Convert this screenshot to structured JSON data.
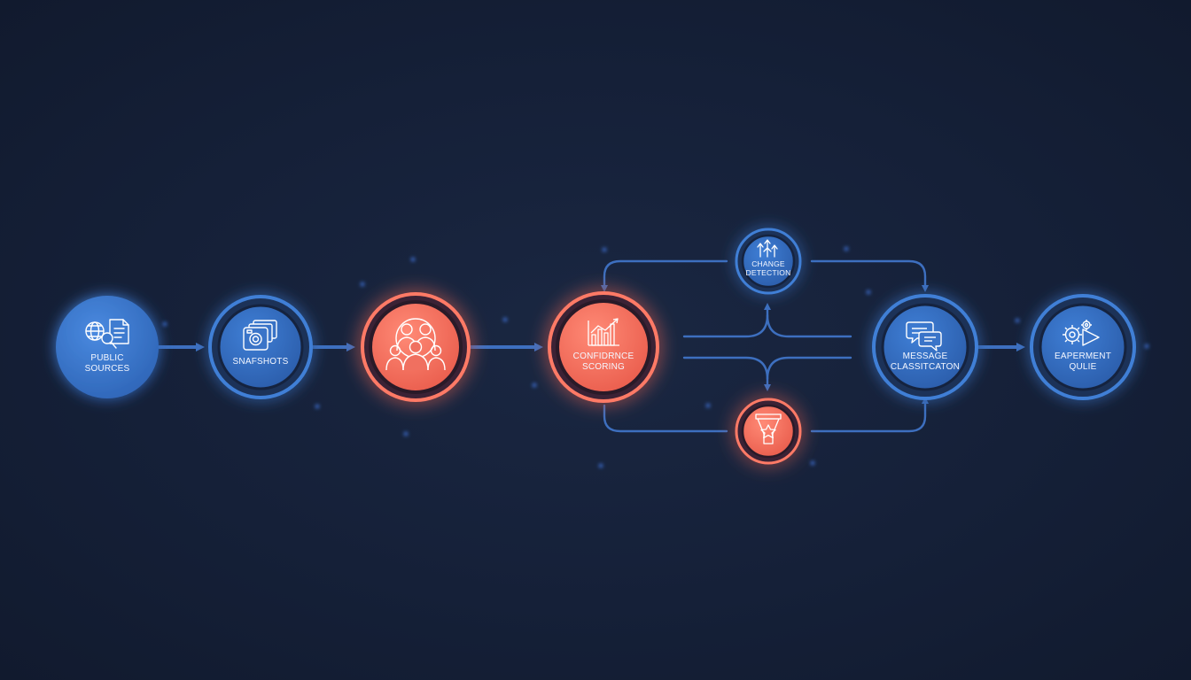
{
  "diagram": {
    "colors": {
      "background": "#141f35",
      "blue_fill": "#3a78cc",
      "blue_dark": "#1c3259",
      "blue_ring": "#3f7fd6",
      "coral_fill": "#f26b5a",
      "coral_ring": "#ff7a66",
      "connector": "#3d6fbf",
      "glow_dot": "#4a86ff"
    },
    "nodes": [
      {
        "id": "public-sources",
        "label": "PUBLIC\nSOURCES",
        "icon": "globe-document-search-icon",
        "style": "blue-solid"
      },
      {
        "id": "snapshots",
        "label": "SNAFSHOTS",
        "icon": "camera-stack-icon",
        "style": "blue-ring"
      },
      {
        "id": "audience",
        "label": "",
        "icon": "people-group-icon",
        "style": "coral-ring"
      },
      {
        "id": "confidence-scoring",
        "label": "CONFIDRNCE\nSCORING",
        "icon": "bar-chart-trend-icon",
        "style": "coral-ring"
      },
      {
        "id": "change-detection",
        "label": "CHANGE\nDETECTION",
        "icon": "arrows-up-icon",
        "style": "blue-small"
      },
      {
        "id": "ranking",
        "label": "",
        "icon": "funnel-star-icon",
        "style": "coral-small"
      },
      {
        "id": "message-classification",
        "label": "MESSAGE\nCLASSITCATON",
        "icon": "chat-bubbles-icon",
        "style": "blue-ring"
      },
      {
        "id": "experiment-queue",
        "label": "EAPERMENT\nQULIE",
        "icon": "gears-play-icon",
        "style": "blue-ring"
      }
    ],
    "connections": [
      {
        "from": "public-sources",
        "to": "snapshots"
      },
      {
        "from": "snapshots",
        "to": "audience"
      },
      {
        "from": "audience",
        "to": "confidence-scoring"
      },
      {
        "from": "confidence-scoring",
        "to": "change-detection"
      },
      {
        "from": "confidence-scoring",
        "to": "ranking"
      },
      {
        "from": "change-detection",
        "to": "message-classification"
      },
      {
        "from": "ranking",
        "to": "message-classification"
      },
      {
        "from": "message-classification",
        "to": "experiment-queue"
      }
    ]
  }
}
